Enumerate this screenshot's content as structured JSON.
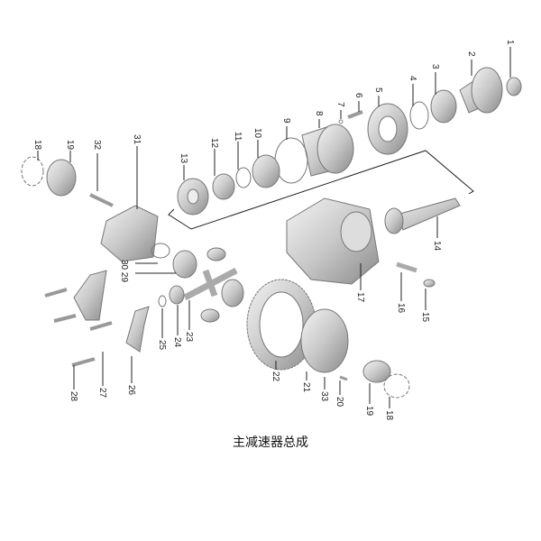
{
  "title": "主减速器总成",
  "labels": {
    "n1": "1",
    "n2": "2",
    "n3": "3",
    "n4": "4",
    "n5": "5",
    "n6": "6",
    "n7": "7",
    "n8": "8",
    "n9": "9",
    "n10": "10",
    "n11": "11",
    "n12": "12",
    "n13": "13",
    "n14": "14",
    "n15": "15",
    "n16": "16",
    "n17": "17",
    "n18": "18",
    "n19": "19",
    "n20": "20",
    "n21": "21",
    "n22": "22",
    "n23": "23",
    "n24": "24",
    "n25": "25",
    "n26": "26",
    "n27": "27",
    "n28": "28",
    "n2930": "30 29",
    "n31": "31",
    "n32": "32",
    "n33": "33"
  }
}
